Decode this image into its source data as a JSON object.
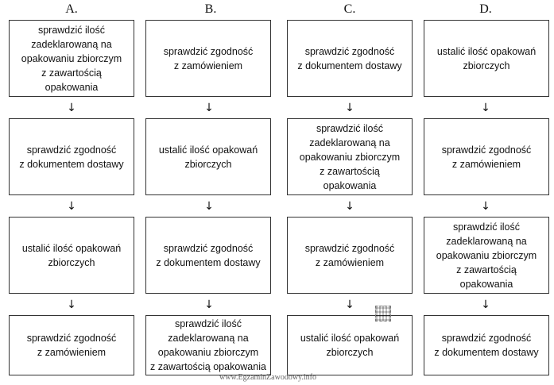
{
  "columns": [
    {
      "label": "A.",
      "steps": [
        "sprawdzić ilość\nzadeklarowaną na\nopakowaniu zbiorczym\nz zawartością\nopakowania",
        "sprawdzić zgodność\nz dokumentem dostawy",
        "ustalić ilość opakowań\nzbiorczych",
        "sprawdzić zgodność\nz zamówieniem"
      ]
    },
    {
      "label": "B.",
      "steps": [
        "sprawdzić zgodność\nz zamówieniem",
        "ustalić ilość opakowań\nzbiorczych",
        "sprawdzić zgodność\nz dokumentem dostawy",
        "sprawdzić ilość\nzadeklarowaną na\nopakowaniu zbiorczym\nz zawartością opakowania"
      ]
    },
    {
      "label": "C.",
      "steps": [
        "sprawdzić zgodność\nz dokumentem dostawy",
        "sprawdzić ilość\nzadeklarowaną na\nopakowaniu zbiorczym\nz zawartością\nopakowania",
        "sprawdzić zgodność\nz zamówieniem",
        "ustalić ilość opakowań\nzbiorczych"
      ]
    },
    {
      "label": "D.",
      "steps": [
        "ustalić ilość opakowań\nzbiorczych",
        "sprawdzić zgodność\nz zamówieniem",
        "sprawdzić ilość\nzadeklarowaną na\nopakowaniu zbiorczym\nz zawartością\nopakowania",
        "sprawdzić zgodność\nz dokumentem dostawy"
      ]
    }
  ],
  "arrow_glyph": "↓",
  "qr_icon": "qr-code-icon",
  "watermark": "www.EgzaminZawodowy.info"
}
